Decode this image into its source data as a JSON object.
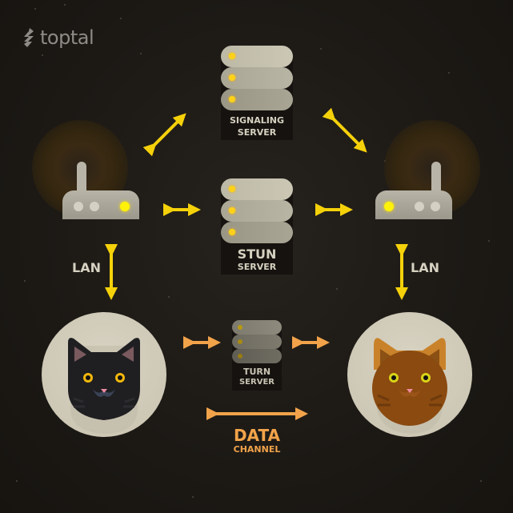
{
  "brand": {
    "name": "toptal",
    "icon": "toptal-logo-icon"
  },
  "servers": {
    "signaling": {
      "label_line1": "SIGNALING",
      "label_line2": "SERVER"
    },
    "stun": {
      "label_line1": "STUN",
      "label_line2": "SERVER"
    },
    "turn": {
      "label_line1": "TURN",
      "label_line2": "SERVER"
    }
  },
  "links": {
    "lan_left": "LAN",
    "lan_right": "LAN",
    "data_channel_line1": "DATA",
    "data_channel_line2": "CHANNEL"
  },
  "peers": {
    "left": {
      "name": "black-cat",
      "color": "#1f1f22"
    },
    "right": {
      "name": "orange-cat",
      "color": "#8a4a10"
    }
  },
  "colors": {
    "background": "#1d1a16",
    "arrow_yellow": "#f5d10a",
    "arrow_orange": "#f2a34a",
    "server_light": "#c9c5b4",
    "led": "#ffd21a",
    "label_light": "#d6d1c0"
  }
}
